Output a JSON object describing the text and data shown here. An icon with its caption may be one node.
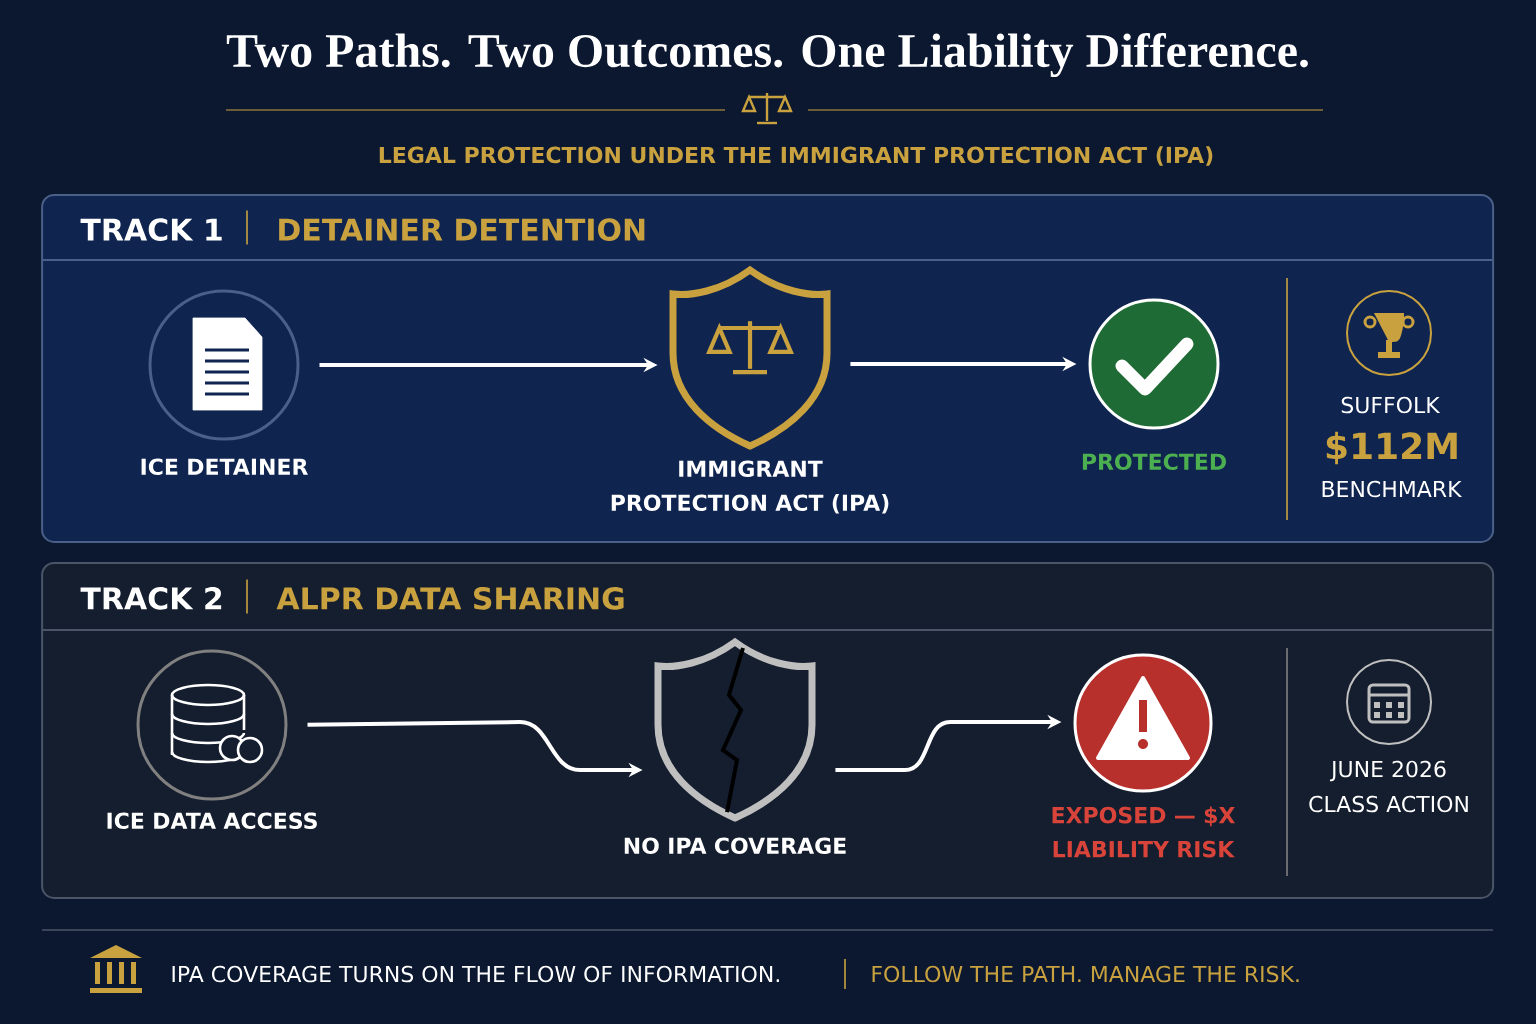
{
  "diagram": {
    "title": "Two Paths. Two Outcomes. One Liability Difference.",
    "nodes": [
      {
        "text": [
          "TRACK 1",
          "DETAINER DETENTION"
        ]
      },
      {
        "text": [
          "ICE DETAINER"
        ],
        "in": 0
      },
      {
        "text": [
          "IMMIGRANT PROTECTION ACT (IPA)"
        ],
        "in": 0
      },
      {
        "text": [
          "PROTECTED"
        ],
        "in": 0
      },
      {
        "text": [
          "TRACK 2",
          "ALPR DATA SHARING"
        ]
      },
      {
        "text": [
          "ICE DATA ACCESS"
        ],
        "in": 4
      },
      {
        "text": [
          "NO IPA COVERAGE"
        ],
        "in": 4
      },
      {
        "text": [
          "EXPOSED — $X LIABILITY RISK"
        ],
        "in": 4
      }
    ],
    "edges": [
      {
        "from": 1,
        "to": 2,
        "arrow": "to"
      },
      {
        "from": 2,
        "to": 3,
        "arrow": "to"
      },
      {
        "from": 5,
        "to": 6,
        "arrow": "to"
      },
      {
        "from": 6,
        "to": 7,
        "arrow": "to"
      }
    ],
    "labels": [
      "LEGAL PROTECTION UNDER THE IMMIGRANT PROTECTION ACT (IPA)",
      "SUFFOLK",
      "$112M",
      "BENCHMARK",
      "JUNE 2026",
      "CLASS ACTION",
      "IPA COVERAGE TURNS ON THE FLOW OF INFORMATION.",
      "FOLLOW THE PATH. MANAGE THE RISK."
    ]
  }
}
